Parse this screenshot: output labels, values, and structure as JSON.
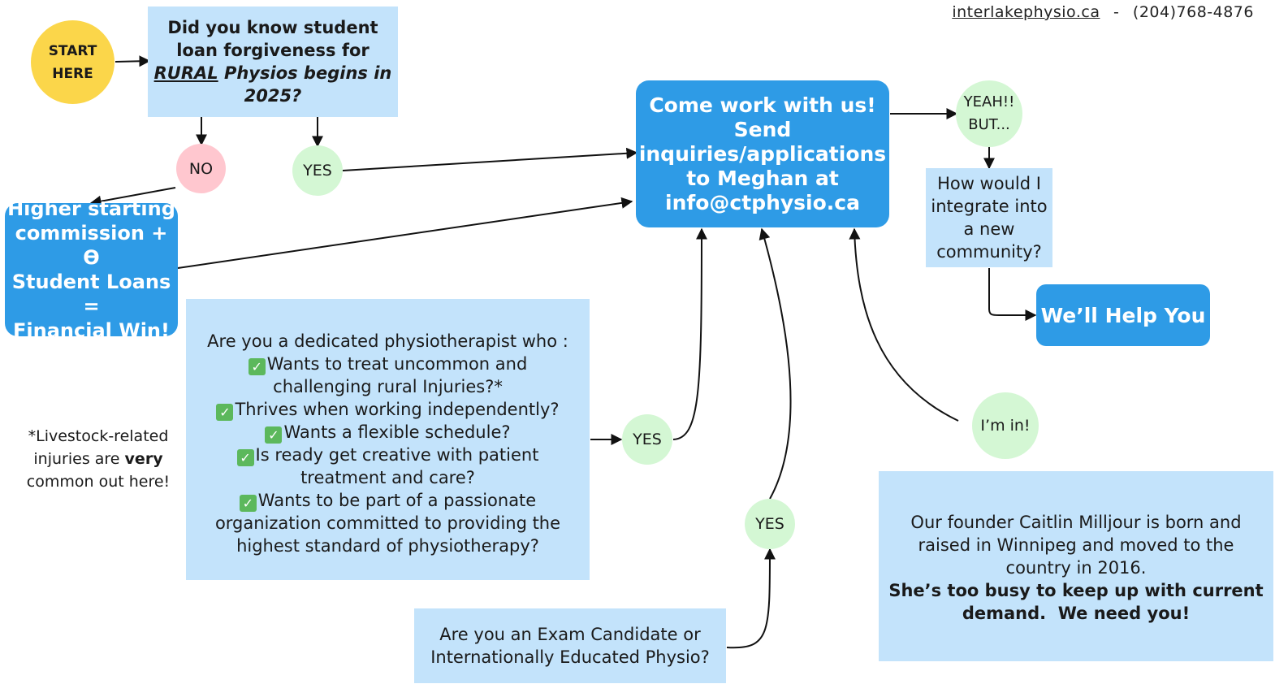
{
  "header": {
    "website": "interlakephysio.ca",
    "separator": "-",
    "phone": "(204)768-4876"
  },
  "start": {
    "line1": "START",
    "line2": "HERE"
  },
  "question_loan": {
    "line1": "Did you know student",
    "line2": "loan forgiveness for",
    "rural": "RURAL",
    "line3_rest": "Physios begins in",
    "line4": "2025?"
  },
  "answers": {
    "no": "NO",
    "yes_top": "YES",
    "yes_mid": "YES",
    "yes_bottom": "YES",
    "im_in": "I’m in!",
    "yeah_1": "YEAH!!",
    "yeah_2": "BUT..."
  },
  "financial_win": {
    "line1": "Higher starting",
    "line2": "commission + ϴ",
    "line3": "Student Loans =",
    "line4": "Financial Win!"
  },
  "contact": {
    "line1": "Come work with us!",
    "line2": "Send",
    "line3": "inquiries/applications",
    "line4": "to Meghan at",
    "line5": "info@ctphysio.ca"
  },
  "integrate": {
    "line1": "How would I",
    "line2": "integrate into",
    "line3": "a new",
    "line4": "community?"
  },
  "help": {
    "label": "We’ll Help You"
  },
  "dedicated": {
    "intro": "Are you a dedicated physiotherapist who :",
    "items": [
      {
        "line1": "Wants to treat uncommon and",
        "line2": "challenging rural Injuries?*"
      },
      {
        "line1": "Thrives when working independently?",
        "line2": ""
      },
      {
        "line1": "Wants a flexible schedule?",
        "line2": ""
      },
      {
        "line1": "Is ready get creative with patient",
        "line2": "treatment and care?"
      },
      {
        "line1": "Wants to be part of a passionate",
        "line2": "organization committed to providing the",
        "line3": "highest standard of physiotherapy?"
      }
    ],
    "check_icon": "check-box-icon"
  },
  "footnote": {
    "line1": "*Livestock-related",
    "line2a": "injuries are ",
    "line2b": "very",
    "line3": "common out here!"
  },
  "exam": {
    "line1": "Are you an Exam Candidate or",
    "line2": "Internationally Educated Physio?"
  },
  "founder": {
    "line1": "Our founder Caitlin Milljour is born and",
    "line2": "raised in Winnipeg and moved to the",
    "line3": "country in 2016.",
    "line4": "She’s too busy to keep up with current",
    "line5": "demand.  We need you!"
  },
  "colors": {
    "light_blue": "#c3e3fb",
    "blue": "#2e9be6",
    "green": "#d4f7d4",
    "pink": "#ffc7cf",
    "yellow": "#fbd64a"
  }
}
